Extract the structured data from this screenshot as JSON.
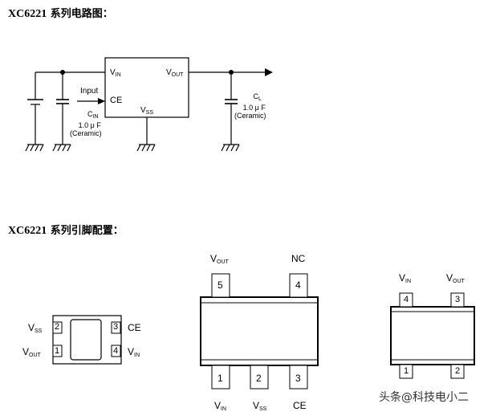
{
  "schematic": {
    "title_model": "XC6221",
    "title_text": " 系列电路图：",
    "vin": "V",
    "vin_sub": "IN",
    "vout": "V",
    "vout_sub": "OUT",
    "vss": "V",
    "vss_sub": "SS",
    "ce": "CE",
    "input": "Input",
    "cin_name": "C",
    "cin_sub": "IN",
    "cin_value": "1.0 μ F",
    "cin_type": "(Ceramic)",
    "cl_name": "C",
    "cl_sub": "L",
    "cl_value": "1.0 μ F",
    "cl_type": "(Ceramic)"
  },
  "pinout": {
    "title_model": "XC6221",
    "title_text": " 系列引脚配置：",
    "small_pkg": {
      "left_top": {
        "name": "V",
        "sub": "SS",
        "num": "2"
      },
      "left_bottom": {
        "name": "V",
        "sub": "OUT",
        "num": "1"
      },
      "right_top": {
        "name": "CE",
        "num": "3"
      },
      "right_bottom": {
        "name": "V",
        "sub": "IN",
        "num": "4"
      }
    },
    "sot25": {
      "top": [
        {
          "name": "V",
          "sub": "OUT",
          "num": "5"
        },
        {
          "name": "NC",
          "num": "4"
        }
      ],
      "bottom": [
        {
          "name": "V",
          "sub": "IN",
          "num": "1"
        },
        {
          "name": "V",
          "sub": "SS",
          "num": "2"
        },
        {
          "name": "CE",
          "num": "3"
        }
      ]
    },
    "sot4": {
      "top": [
        {
          "name": "V",
          "sub": "IN",
          "num": "4"
        },
        {
          "name": "V",
          "sub": "OUT",
          "num": "3"
        }
      ],
      "bottom": [
        {
          "num": "1"
        },
        {
          "num": "2"
        }
      ]
    }
  },
  "watermark": "头条@科技电小二"
}
